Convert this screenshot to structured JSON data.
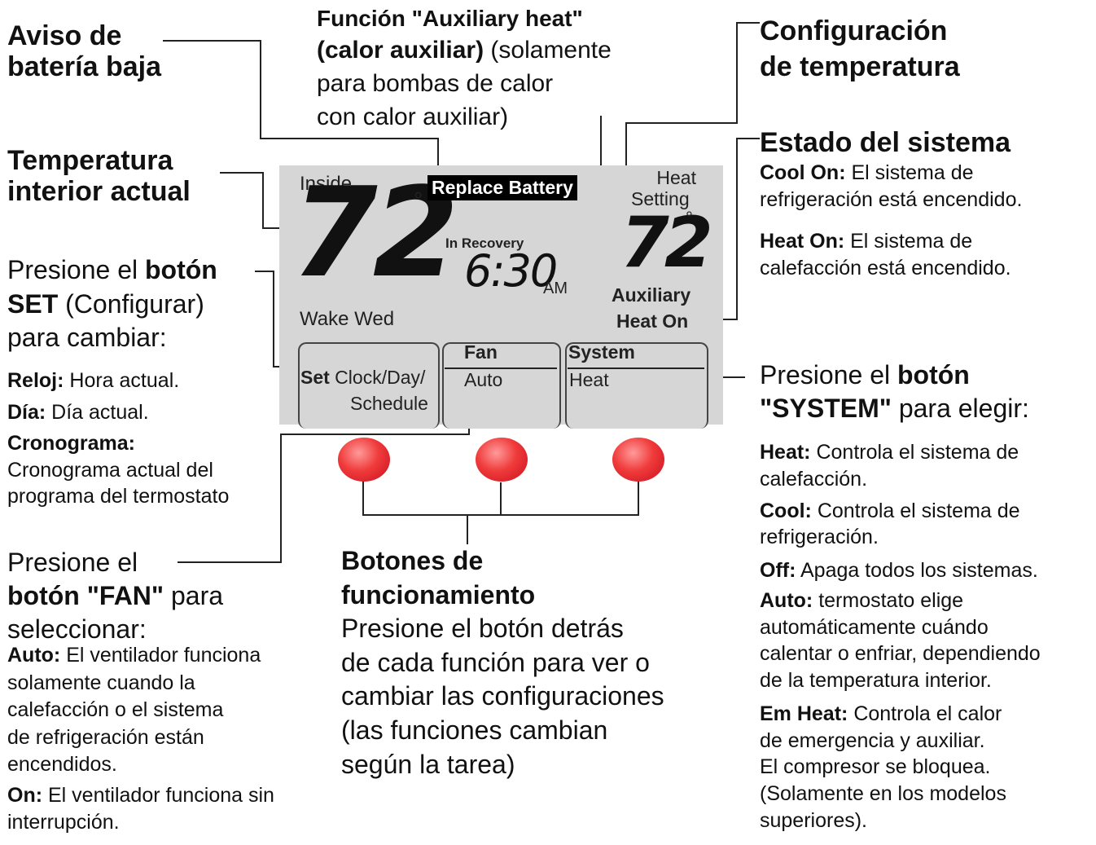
{
  "left": {
    "battery": [
      "Aviso de",
      "batería baja"
    ],
    "temp": [
      "Temperatura",
      "interior actual"
    ],
    "set": {
      "l1_a": "Presione el ",
      "l1_b": "botón",
      "l2_a": "SET",
      "l2_b": " (Configurar)",
      "l3": "para cambiar:",
      "reloj_k": "Reloj:",
      "reloj_v": " Hora actual.",
      "dia_k": "Día:",
      "dia_v": " Día actual.",
      "crono_k": "Cronograma:",
      "crono_v1": "Cronograma actual del",
      "crono_v2": "programa del termostato"
    },
    "fan": {
      "l1": "Presione el",
      "l2_a": "botón \"FAN\"",
      "l2_b": " para",
      "l3": "seleccionar:",
      "auto_k": "Auto:",
      "auto_v": " El ventilador funciona",
      "auto_2": "solamente cuando la",
      "auto_3": "calefacción o el sistema",
      "auto_4": "de refrigeración están",
      "auto_5": "encendidos.",
      "on_k": "On:",
      "on_v": " El ventilador funciona sin",
      "on_2": "interrupción."
    }
  },
  "top": {
    "aux_a": "Función \"Auxiliary heat\"",
    "aux_b": "(calor auxiliar)",
    "aux_c": " (solamente",
    "aux_d": "para bombas de calor",
    "aux_e": "con calor auxiliar)"
  },
  "right": {
    "config": [
      "Configuración",
      "de temperatura"
    ],
    "estado_title": "Estado del sistema",
    "cool_k": "Cool On:",
    "cool_v": " El sistema de",
    "cool_2": "refrigeración está encendido.",
    "heat_k": "Heat On:",
    "heat_v": " El sistema de",
    "heat_2": "calefacción está encendido.",
    "sys": {
      "l1_a": "Presione el ",
      "l1_b": "botón",
      "l2_a": "\"SYSTEM\"",
      "l2_b": " para elegir:",
      "heat_k": "Heat:",
      "heat_v": " Controla el sistema de",
      "heat_2": "calefacción.",
      "cool_k": "Cool:",
      "cool_v": " Controla el sistema de",
      "cool_2": "refrigeración.",
      "off_k": "Off:",
      "off_v": " Apaga todos los sistemas.",
      "auto_k": "Auto:",
      "auto_v": "  termostato elige",
      "auto_2": "automáticamente cuándo",
      "auto_3": "calentar o enfriar, dependiendo",
      "auto_4": "de la temperatura interior.",
      "em_k": "Em Heat:",
      "em_v": " Controla el calor",
      "em_2": "de emergencia y auxiliar.",
      "em_3": "El compresor se bloquea.",
      "em_4": "(Solamente en los modelos",
      "em_5": "superiores)."
    }
  },
  "bottom": {
    "title1": "Botones de",
    "title2": "funcionamiento",
    "b1": "Presione el botón detrás",
    "b2": "de cada función para ver o",
    "b3": "cambiar las configuraciones",
    "b4": "(las funciones cambian",
    "b5": "según la tarea)"
  },
  "display": {
    "inside": "Inside",
    "inside_temp": "72",
    "degree": "°",
    "replace_battery": "Replace Battery",
    "in_recovery": "In Recovery",
    "time": "6:30",
    "ampm": "AM",
    "wake": "Wake Wed",
    "heat_setting_1": "Heat",
    "heat_setting_2": "Setting",
    "set_temp": "72",
    "aux1": "Auxiliary",
    "aux2": "Heat On",
    "tab_set_a": "Set",
    "tab_set_b": " Clock/Day/",
    "tab_set_c": "Schedule",
    "tab_fan_head": "Fan",
    "tab_fan_val": "Auto",
    "tab_sys_head": "System",
    "tab_sys_val": "Heat"
  }
}
